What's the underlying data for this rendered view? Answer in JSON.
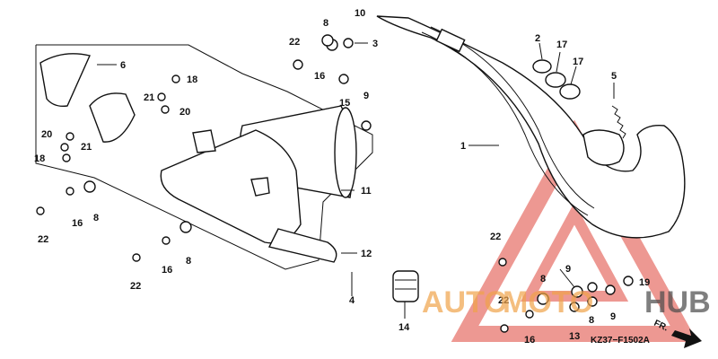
{
  "diagram": {
    "part_labels": {
      "p1": "1",
      "p2": "2",
      "p3": "3",
      "p4": "4",
      "p5": "5",
      "p6": "6",
      "p7a": "17",
      "p7b": "17",
      "p8a": "8",
      "p8b": "8",
      "p8c": "8",
      "p8d": "8",
      "p8e": "8",
      "p9a": "9",
      "p9b": "9",
      "p9c": "9",
      "p10": "10",
      "p11": "11",
      "p12": "12",
      "p13": "13",
      "p14": "14",
      "p15": "15",
      "p16a": "16",
      "p16b": "16",
      "p16c": "16",
      "p16d": "16",
      "p18a": "18",
      "p18b": "18",
      "p19": "19",
      "p20a": "20",
      "p20b": "20",
      "p21a": "21",
      "p21b": "21",
      "p22a": "22",
      "p22b": "22",
      "p22c": "22",
      "p22d": "22",
      "p22e": "22"
    },
    "diagram_code": "KZ37−F1502A",
    "direction_label": "FR."
  },
  "watermark": {
    "text_left": "AUTO",
    "text_mid": "MOTO",
    "text_right": "HUB",
    "color_orange": "#f0a34a",
    "color_red": "#e0453a",
    "color_dark": "#4a4a4a"
  }
}
